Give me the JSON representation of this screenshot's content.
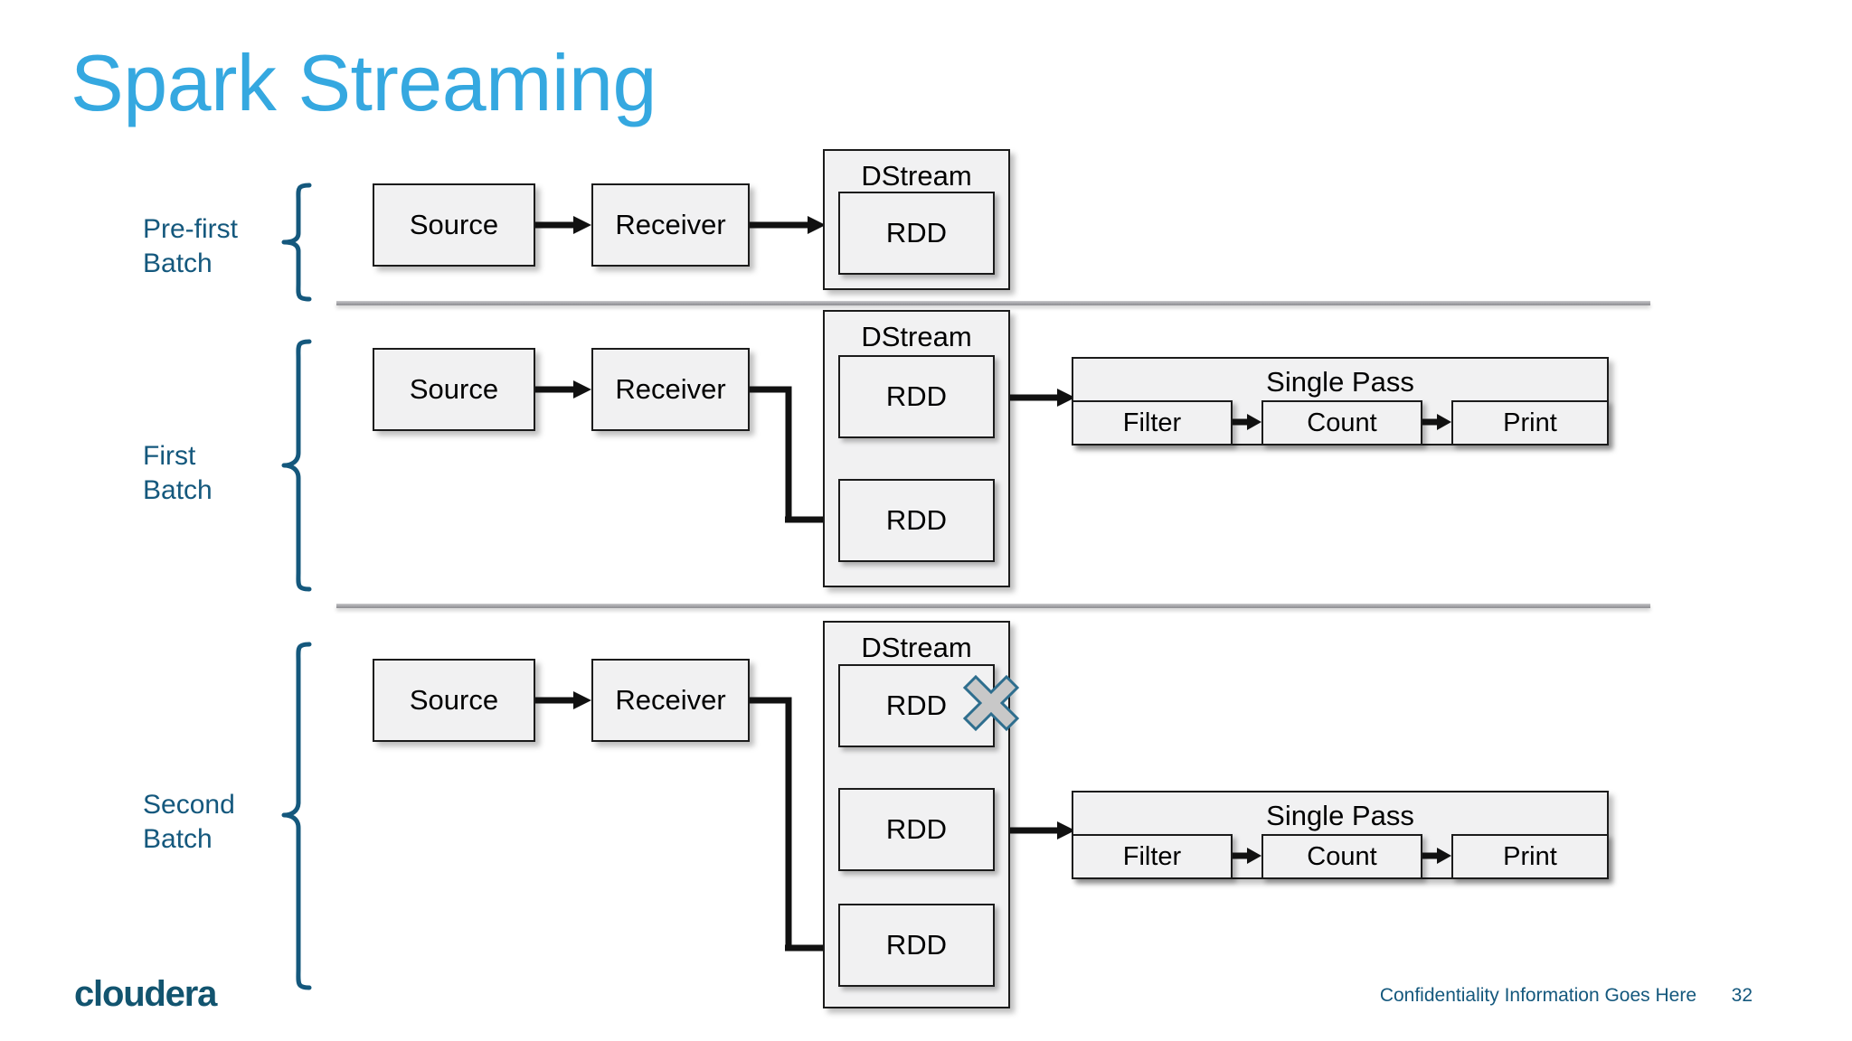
{
  "slide": {
    "title": "Spark Streaming",
    "title_color": "#35a8e0",
    "accent_color": "#14587d",
    "box_fill": "#f1f1f2",
    "box_border": "#1b1b1b",
    "x_marker_fill": "#c8c8c8",
    "x_marker_stroke": "#2e6e8e"
  },
  "sections": [
    {
      "label": "Pre-first\nBatch",
      "dstream_title": "DStream",
      "source_label": "Source",
      "receiver_label": "Receiver",
      "rdds": [
        "RDD"
      ],
      "single_pass": null
    },
    {
      "label": "First\nBatch",
      "dstream_title": "DStream",
      "source_label": "Source",
      "receiver_label": "Receiver",
      "rdds": [
        "RDD",
        "RDD"
      ],
      "single_pass": {
        "title": "Single Pass",
        "stages": [
          "Filter",
          "Count",
          "Print"
        ]
      }
    },
    {
      "label": "Second\nBatch",
      "dstream_title": "DStream",
      "source_label": "Source",
      "receiver_label": "Receiver",
      "rdds": [
        "RDD",
        "RDD",
        "RDD"
      ],
      "single_pass": {
        "title": "Single Pass",
        "stages": [
          "Filter",
          "Count",
          "Print"
        ]
      }
    }
  ],
  "footer": {
    "logo": "cloudera",
    "confidentiality": "Confidentiality Information Goes Here",
    "page_number": "32"
  }
}
